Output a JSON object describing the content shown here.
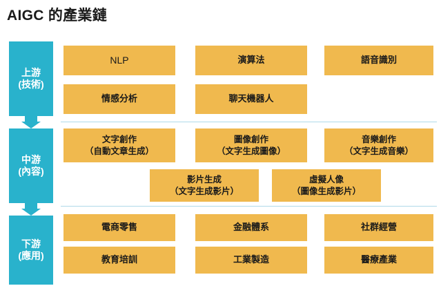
{
  "title": "AIGC 的產業鏈",
  "colors": {
    "stage_bg": "#29B2CC",
    "box_bg": "#F0B94E",
    "divider": "#AFD9E8",
    "text_dark": "#1a1a1a",
    "text_light": "#ffffff"
  },
  "stages": [
    {
      "line1": "上游",
      "line2": "(技術)"
    },
    {
      "line1": "中游",
      "line2": "(內容)"
    },
    {
      "line1": "下游",
      "line2": "(應用)"
    }
  ],
  "upstream": {
    "row1": [
      {
        "line1": "NLP",
        "line2": ""
      },
      {
        "line1": "演算法",
        "line2": ""
      },
      {
        "line1": "語音識別",
        "line2": ""
      }
    ],
    "row2": [
      {
        "line1": "情感分析",
        "line2": ""
      },
      {
        "line1": "聊天機器人",
        "line2": ""
      }
    ]
  },
  "midstream": {
    "row1": [
      {
        "line1": "文字創作",
        "line2": "（自動文章生成）"
      },
      {
        "line1": "圖像創作",
        "line2": "（文字生成圖像）"
      },
      {
        "line1": "音樂創作",
        "line2": "（文字生成音樂）"
      }
    ],
    "row2": [
      {
        "line1": "影片生成",
        "line2": "（文字生成影片）"
      },
      {
        "line1": "虛擬人像",
        "line2": "（圖像生成影片）"
      }
    ]
  },
  "downstream": {
    "row1": [
      {
        "line1": "電商零售",
        "line2": ""
      },
      {
        "line1": "金融體系",
        "line2": ""
      },
      {
        "line1": "社群經營",
        "line2": ""
      }
    ],
    "row2": [
      {
        "line1": "教育培訓",
        "line2": ""
      },
      {
        "line1": "工業製造",
        "line2": ""
      },
      {
        "line1": "醫療產業",
        "line2": ""
      }
    ]
  }
}
